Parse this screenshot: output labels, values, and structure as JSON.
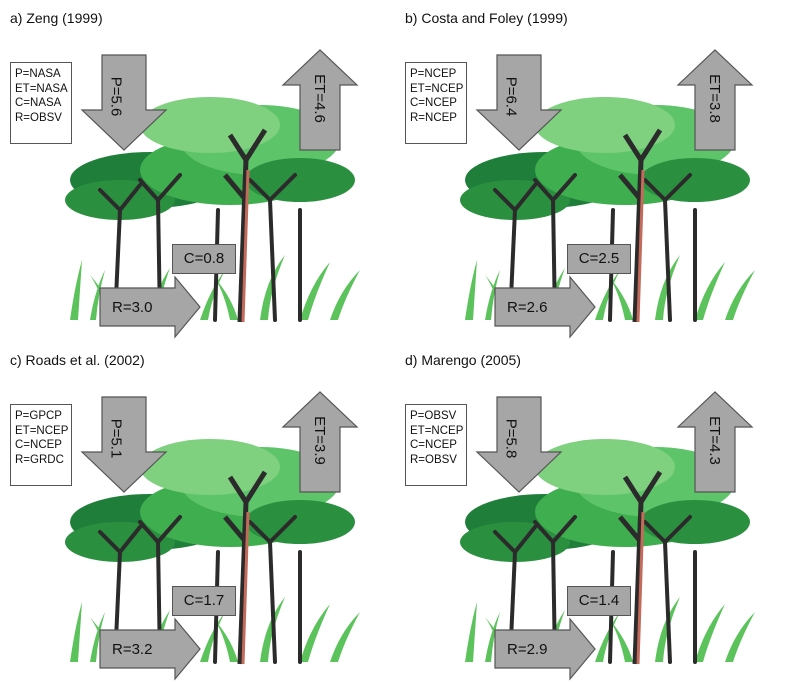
{
  "panels": [
    {
      "title": "a) Zeng (1999)",
      "legend": [
        "P=NASA",
        "ET=NASA",
        "C=NASA",
        "R=OBSV"
      ],
      "P": "P=5.6",
      "ET": "ET=4.6",
      "C": "C=0.8",
      "R": "R=3.0"
    },
    {
      "title": "b) Costa and Foley (1999)",
      "legend": [
        "P=NCEP",
        "ET=NCEP",
        "C=NCEP",
        "R=NCEP"
      ],
      "P": "P=6.4",
      "ET": "ET=3.8",
      "C": "C=2.5",
      "R": "R=2.6"
    },
    {
      "title": "c) Roads et al. (2002)",
      "legend": [
        "P=GPCP",
        "ET=NCEP",
        "C=NCEP",
        "R=GRDC"
      ],
      "P": "P=5.1",
      "ET": "ET=3.9",
      "C": "C=1.7",
      "R": "R=3.2"
    },
    {
      "title": "d) Marengo (2005)",
      "legend": [
        "P=OBSV",
        "ET=NCEP",
        "C=NCEP",
        "R=OBSV"
      ],
      "P": "P=5.8",
      "ET": "ET=4.3",
      "C": "C=1.4",
      "R": "R=2.9"
    }
  ],
  "colors": {
    "arrow_fill": "#a6a6a6",
    "arrow_stroke": "#555555",
    "canopy_light": "#7fd17f",
    "canopy_mid": "#3fae4f",
    "canopy_dark": "#1f7f3a",
    "trunk": "#2b2b2b",
    "trunk_accent": "#c46a5a",
    "grass": "#5cc35c"
  }
}
